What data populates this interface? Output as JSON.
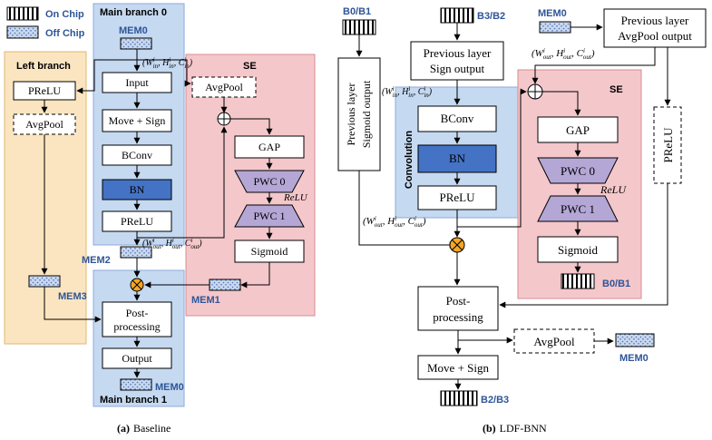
{
  "legend": {
    "on_chip": "On Chip",
    "off_chip": "Off Chip"
  },
  "colors": {
    "main_branch_fill": "#c5d9f1",
    "main_branch_stroke": "#8eaadb",
    "left_branch_fill": "#fbe5c0",
    "left_branch_stroke": "#e0b870",
    "se_fill": "#f4c7cb",
    "se_stroke": "#d98c92",
    "bn_fill": "#4472c4",
    "pwc_fill": "#b4a7d6",
    "accent_text": "#2f5597",
    "mul_fill": "#f5a623"
  },
  "a": {
    "main0_label": "Main branch 0",
    "main1_label": "Main branch 1",
    "left_label": "Left branch",
    "se_label": "SE",
    "mem0_top": "MEM0",
    "mem0_bottom": "MEM0",
    "mem1": "MEM1",
    "mem2": "MEM2",
    "mem3": "MEM3",
    "dims_in": "(W",
    "dims_in_sup": "i",
    "dims_in_sub": "in",
    "dims_out_sub": "out",
    "input": "Input",
    "move_sign": "Move + Sign",
    "bconv": "BConv",
    "bn": "BN",
    "prelu_main": "PReLU",
    "prelu_left": "PReLU",
    "avgpool_left": "AvgPool",
    "avgpool_se": "AvgPool",
    "gap": "GAP",
    "pwc0": "PWC 0",
    "pwc1": "PWC 1",
    "relu": "ReLU",
    "sigmoid": "Sigmoid",
    "post1": "Post-",
    "post2": "processing",
    "output": "Output",
    "caption_tag": "(a)",
    "caption": "Baseline"
  },
  "b": {
    "b0b1_top": "B0/B1",
    "b3b2_top": "B3/B2",
    "mem0_top": "MEM0",
    "prev_sigmoid_1": "Previous layer",
    "prev_sigmoid_2": "Sigmoid output",
    "prev_sign_1": "Previous layer",
    "prev_sign_2": "Sign output",
    "prev_avg_1": "Previous layer",
    "prev_avg_2": "AvgPool output",
    "conv_label": "Convolution",
    "se_label": "SE",
    "bconv": "BConv",
    "bn": "BN",
    "prelu_conv": "PReLU",
    "prelu_side": "PReLU",
    "gap": "GAP",
    "pwc0": "PWC 0",
    "pwc1": "PWC 1",
    "relu": "ReLU",
    "sigmoid": "Sigmoid",
    "b0b1_se": "B0/B1",
    "post1": "Post-",
    "post2": "processing",
    "avgpool": "AvgPool",
    "mem0_bottom": "MEM0",
    "move_sign": "Move + Sign",
    "b2b3": "B2/B3",
    "caption_tag": "(b)",
    "caption": "LDF-BNN"
  }
}
